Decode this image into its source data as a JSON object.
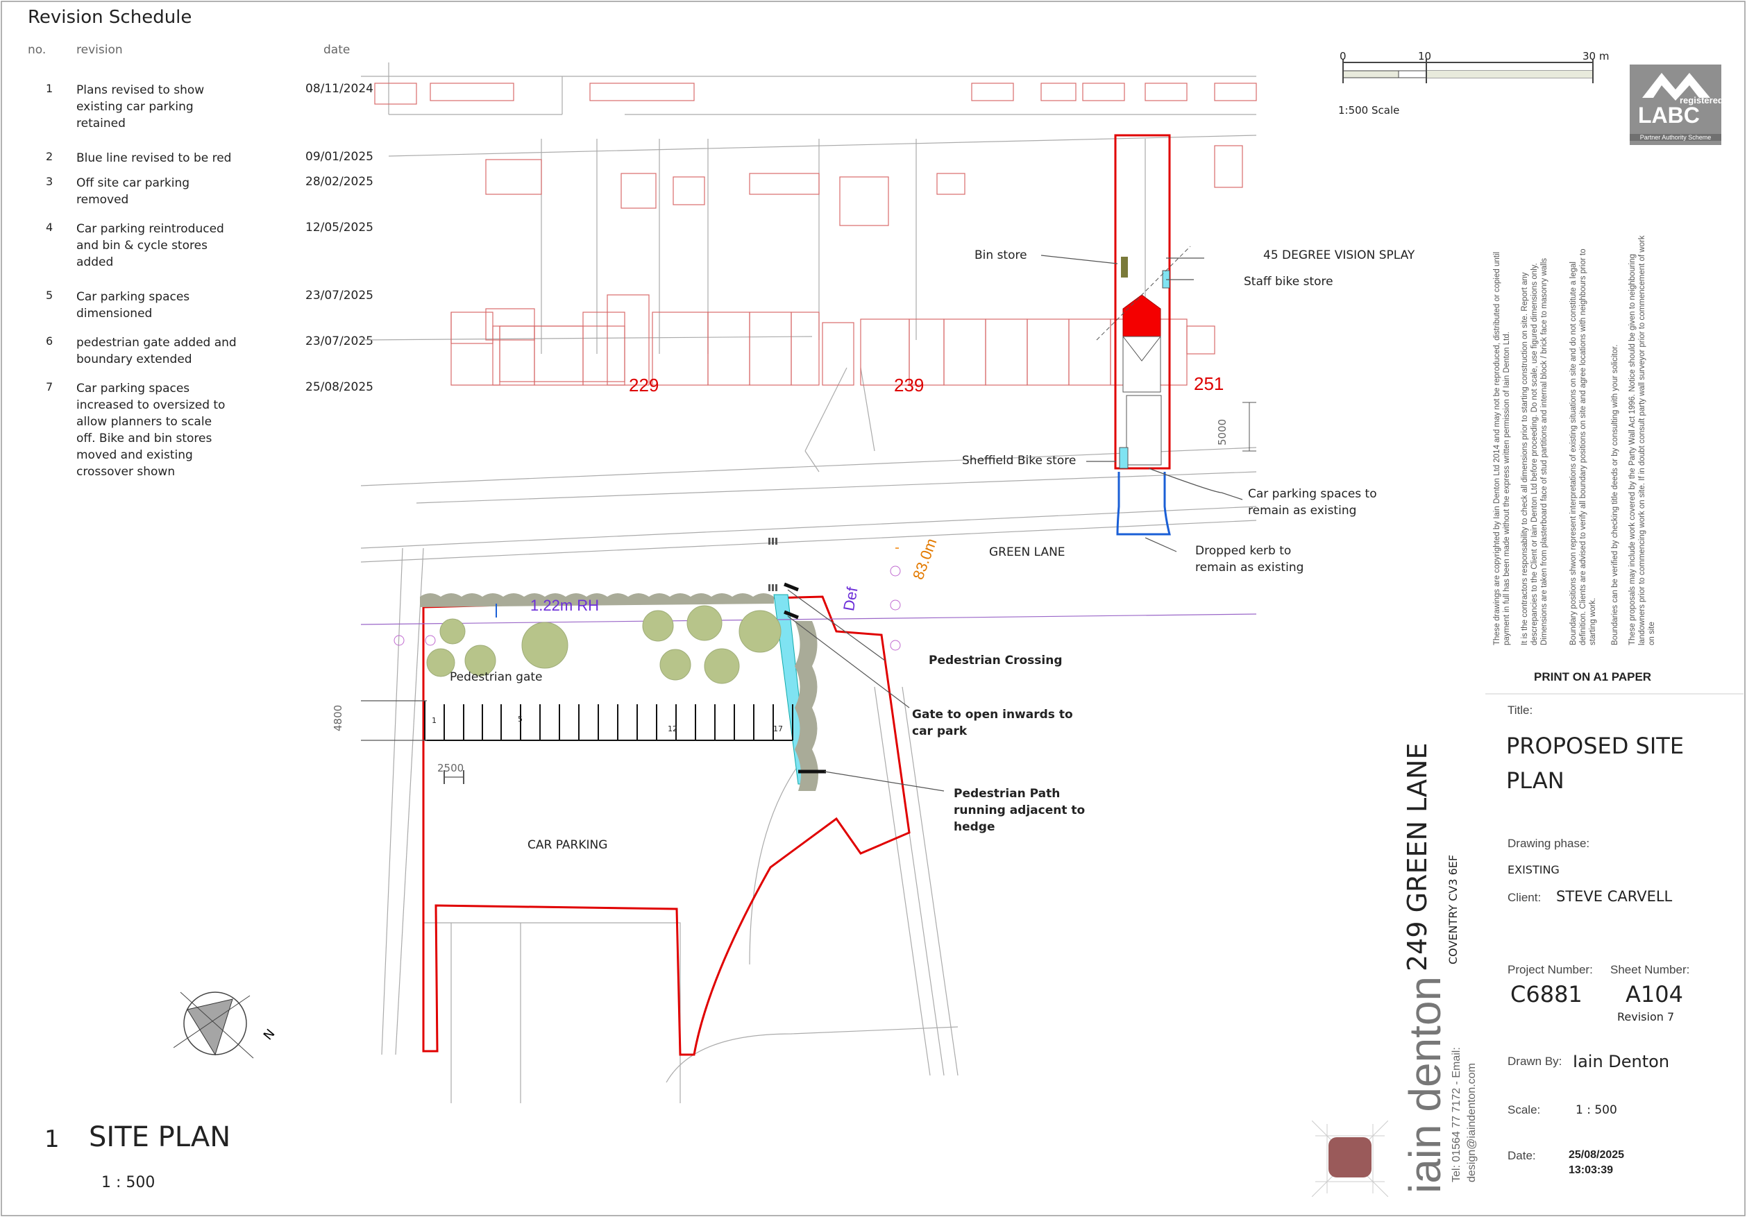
{
  "revision_schedule": {
    "title": "Revision Schedule",
    "headers": {
      "no": "no.",
      "revision": "revision",
      "date": "date"
    },
    "rows": [
      {
        "no": "1",
        "text": "Plans revised to show\nexisting car parking\nretained",
        "date": "08/11/2024"
      },
      {
        "no": "2",
        "text": "Blue line revised to be red",
        "date": "09/01/2025"
      },
      {
        "no": "3",
        "text": "Off site car parking\nremoved",
        "date": "28/02/2025"
      },
      {
        "no": "4",
        "text": "Car parking reintroduced\nand bin & cycle stores\nadded",
        "date": "12/05/2025"
      },
      {
        "no": "5",
        "text": "Car parking spaces\ndimensioned",
        "date": "23/07/2025"
      },
      {
        "no": "6",
        "text": "pedestrian gate added and\nboundary extended",
        "date": "23/07/2025"
      },
      {
        "no": "7",
        "text": "Car parking spaces\nincreased to oversized to\nallow planners to scale\noff.  Bike and bin stores\nmoved and existing\ncrossover shown",
        "date": "25/08/2025"
      }
    ]
  },
  "scale_bar": {
    "ticks": [
      "0",
      "10",
      "30 m"
    ],
    "label": "1:500 Scale"
  },
  "logo": {
    "top": "registered",
    "main": "LABC",
    "sub": "Partner Authority Scheme"
  },
  "plan": {
    "house_numbers": [
      "229",
      "239",
      "251"
    ],
    "street_name": "GREEN LANE",
    "labels": {
      "bin_store": "Bin store",
      "vision_splay": "45 DEGREE VISION SPLAY",
      "staff_bike": "Staff bike store",
      "sheffield": "Sheffield Bike store",
      "car_parking_remain": "Car parking spaces to\nremain as existing",
      "dropped_kerb": "Dropped kerb to\nremain as existing",
      "pedestrian_crossing": "Pedestrian Crossing",
      "gate_inwards": "Gate to open inwards to\ncar park",
      "pedestrian_path": "Pedestrian Path\nrunning adjacent to\nhedge",
      "pedestrian_gate": "Pedestrian gate",
      "car_parking": "CAR PARKING",
      "hedge_height": "1.22m RH",
      "def": "Def",
      "distance": "83.0m"
    },
    "dims": {
      "d5000": "5000",
      "d4800": "4800",
      "d2500": "2500"
    },
    "bay_numbers": [
      "1",
      "5",
      "12",
      "17"
    ]
  },
  "drawing_title": {
    "number": "1",
    "title": "SITE PLAN",
    "scale": "1 : 500"
  },
  "title_block": {
    "print_note": "PRINT ON A1 PAPER",
    "title_label": "Title:",
    "title": "PROPOSED SITE\nPLAN",
    "phase_label": "Drawing phase:",
    "phase": "EXISTING",
    "client_label": "Client:",
    "client": "STEVE CARVELL",
    "project_label": "Project Number:",
    "project": "C6881",
    "sheet_label": "Sheet Number:",
    "sheet": "A104",
    "revision": "Revision 7",
    "drawn_label": "Drawn By:",
    "drawn": "Iain Denton",
    "scale_label": "Scale:",
    "scale": "1 : 500",
    "date_label": "Date:",
    "date": "25/08/2025",
    "time": "13:03:39",
    "address": "249 GREEN LANE",
    "address_sub": "COVENTRY CV3 6EF",
    "company": "iain denton",
    "contact_tel": "Tel: 01564 77 7172 - Email:",
    "contact_email": "design@iaindenton.com"
  },
  "disclaimers": [
    "These drawings are copyrighted by Iain Denton Ltd 2014 and may not be reproduced, distributed or copied until payment in full has been made without the express written permission of Iain Denton Ltd.",
    "It is the contractors responsability to check all dimensions prior to starting construction on site.  Report any descrepancies to the Client or Iain Denton Ltd before proceeding. Do not scale, use figured dimensions only.  Dimensions are taken from plasterboard face of stud partitions and internal block / brick face to masonry walls",
    "Boundary positions shwon represent interpretations of existing situations on site and do not constitute a legal definition.  Clients are advised to verify all boundary positions on site and agree locations with neighbours prior to starting work.",
    "Boundaries can be verified by checking title deeds or by consulting with your solicitor.",
    "These proposals may include work covered by the Party Wall Act 1996.  Notice should be given to neighbouring landowners prior to commencing work on site.  If in doubt consult party wall surveyor prior to commencement of work on site"
  ],
  "colors": {
    "boundary": "#e00000",
    "hedge": "#a9ab98",
    "tree": "#b7c48a",
    "path": "#7fe3f2",
    "kerb": "#1a5fd6",
    "plot_line": "#d86a6a"
  }
}
